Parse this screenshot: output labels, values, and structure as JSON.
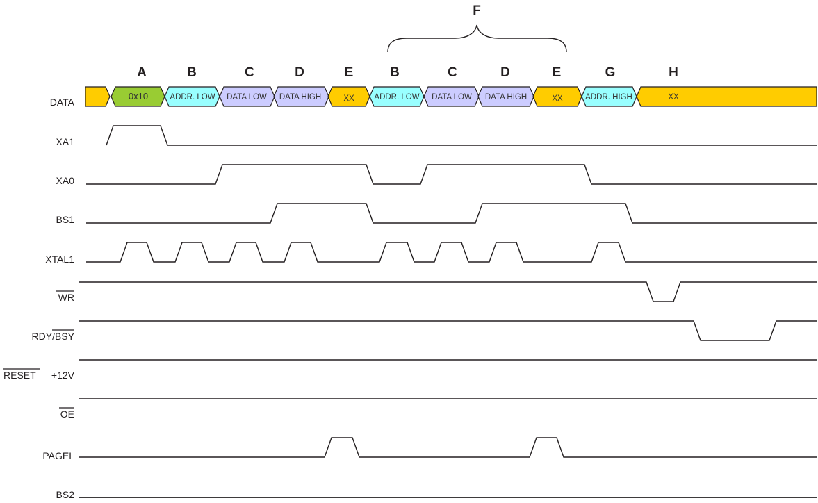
{
  "diagram": {
    "title": "Programming the Flash Waveforms",
    "brace_label": "F",
    "phases": [
      "A",
      "B",
      "C",
      "D",
      "E",
      "B",
      "C",
      "D",
      "E",
      "G",
      "H"
    ],
    "colors": {
      "xx": "#FFCC00",
      "command": "#99CC33",
      "address": "#99FFFF",
      "data": "#CCCCFF",
      "line": "#231F20"
    },
    "data_bus": {
      "label": "DATA",
      "segments": [
        {
          "text": "",
          "kind": "xx"
        },
        {
          "text": "0x10",
          "kind": "command"
        },
        {
          "text": "ADDR. LOW",
          "kind": "address"
        },
        {
          "text": "DATA LOW",
          "kind": "data"
        },
        {
          "text": "DATA HIGH",
          "kind": "data"
        },
        {
          "text": "XX",
          "kind": "xx"
        },
        {
          "text": "ADDR. LOW",
          "kind": "address"
        },
        {
          "text": "DATA LOW",
          "kind": "data"
        },
        {
          "text": "DATA HIGH",
          "kind": "data"
        },
        {
          "text": "XX",
          "kind": "xx"
        },
        {
          "text": "ADDR. HIGH",
          "kind": "address"
        },
        {
          "text": "XX",
          "kind": "xx"
        }
      ]
    },
    "signals": [
      {
        "name": "XA1",
        "overbar": "",
        "suffix": "",
        "initial": "low",
        "pulses": [
          [
            "A"
          ]
        ]
      },
      {
        "name": "XA0",
        "overbar": "",
        "suffix": "",
        "initial": "low",
        "pulses": [
          [
            "C",
            "E"
          ],
          [
            "C2",
            "E2"
          ]
        ]
      },
      {
        "name": "BS1",
        "overbar": "",
        "suffix": "",
        "initial": "low",
        "pulses": [
          [
            "D",
            "E"
          ],
          [
            "D2",
            "G"
          ]
        ]
      },
      {
        "name": "XTAL1",
        "overbar": "",
        "suffix": "",
        "initial": "low",
        "pulses": [
          [
            "A"
          ],
          [
            "B"
          ],
          [
            "C"
          ],
          [
            "D"
          ],
          [
            "B2"
          ],
          [
            "C2"
          ],
          [
            "D2"
          ],
          [
            "G"
          ]
        ]
      },
      {
        "name": "",
        "overbar": "WR",
        "suffix": "",
        "initial": "high",
        "pulses": [
          [
            "H-write"
          ]
        ]
      },
      {
        "name": "RDY/",
        "overbar": "BSY",
        "suffix": "",
        "initial": "high",
        "pulses": [
          [
            "H-busy"
          ]
        ]
      },
      {
        "name": "",
        "overbar": "RESET",
        "suffix": "+12V",
        "initial": "high",
        "pulses": []
      },
      {
        "name": "",
        "overbar": "OE",
        "suffix": "",
        "initial": "high",
        "pulses": []
      },
      {
        "name": "PAGEL",
        "overbar": "",
        "suffix": "",
        "initial": "low",
        "pulses": [
          [
            "E"
          ],
          [
            "E2"
          ]
        ]
      },
      {
        "name": "BS2",
        "overbar": "",
        "suffix": "",
        "initial": "low",
        "pulses": []
      }
    ]
  }
}
